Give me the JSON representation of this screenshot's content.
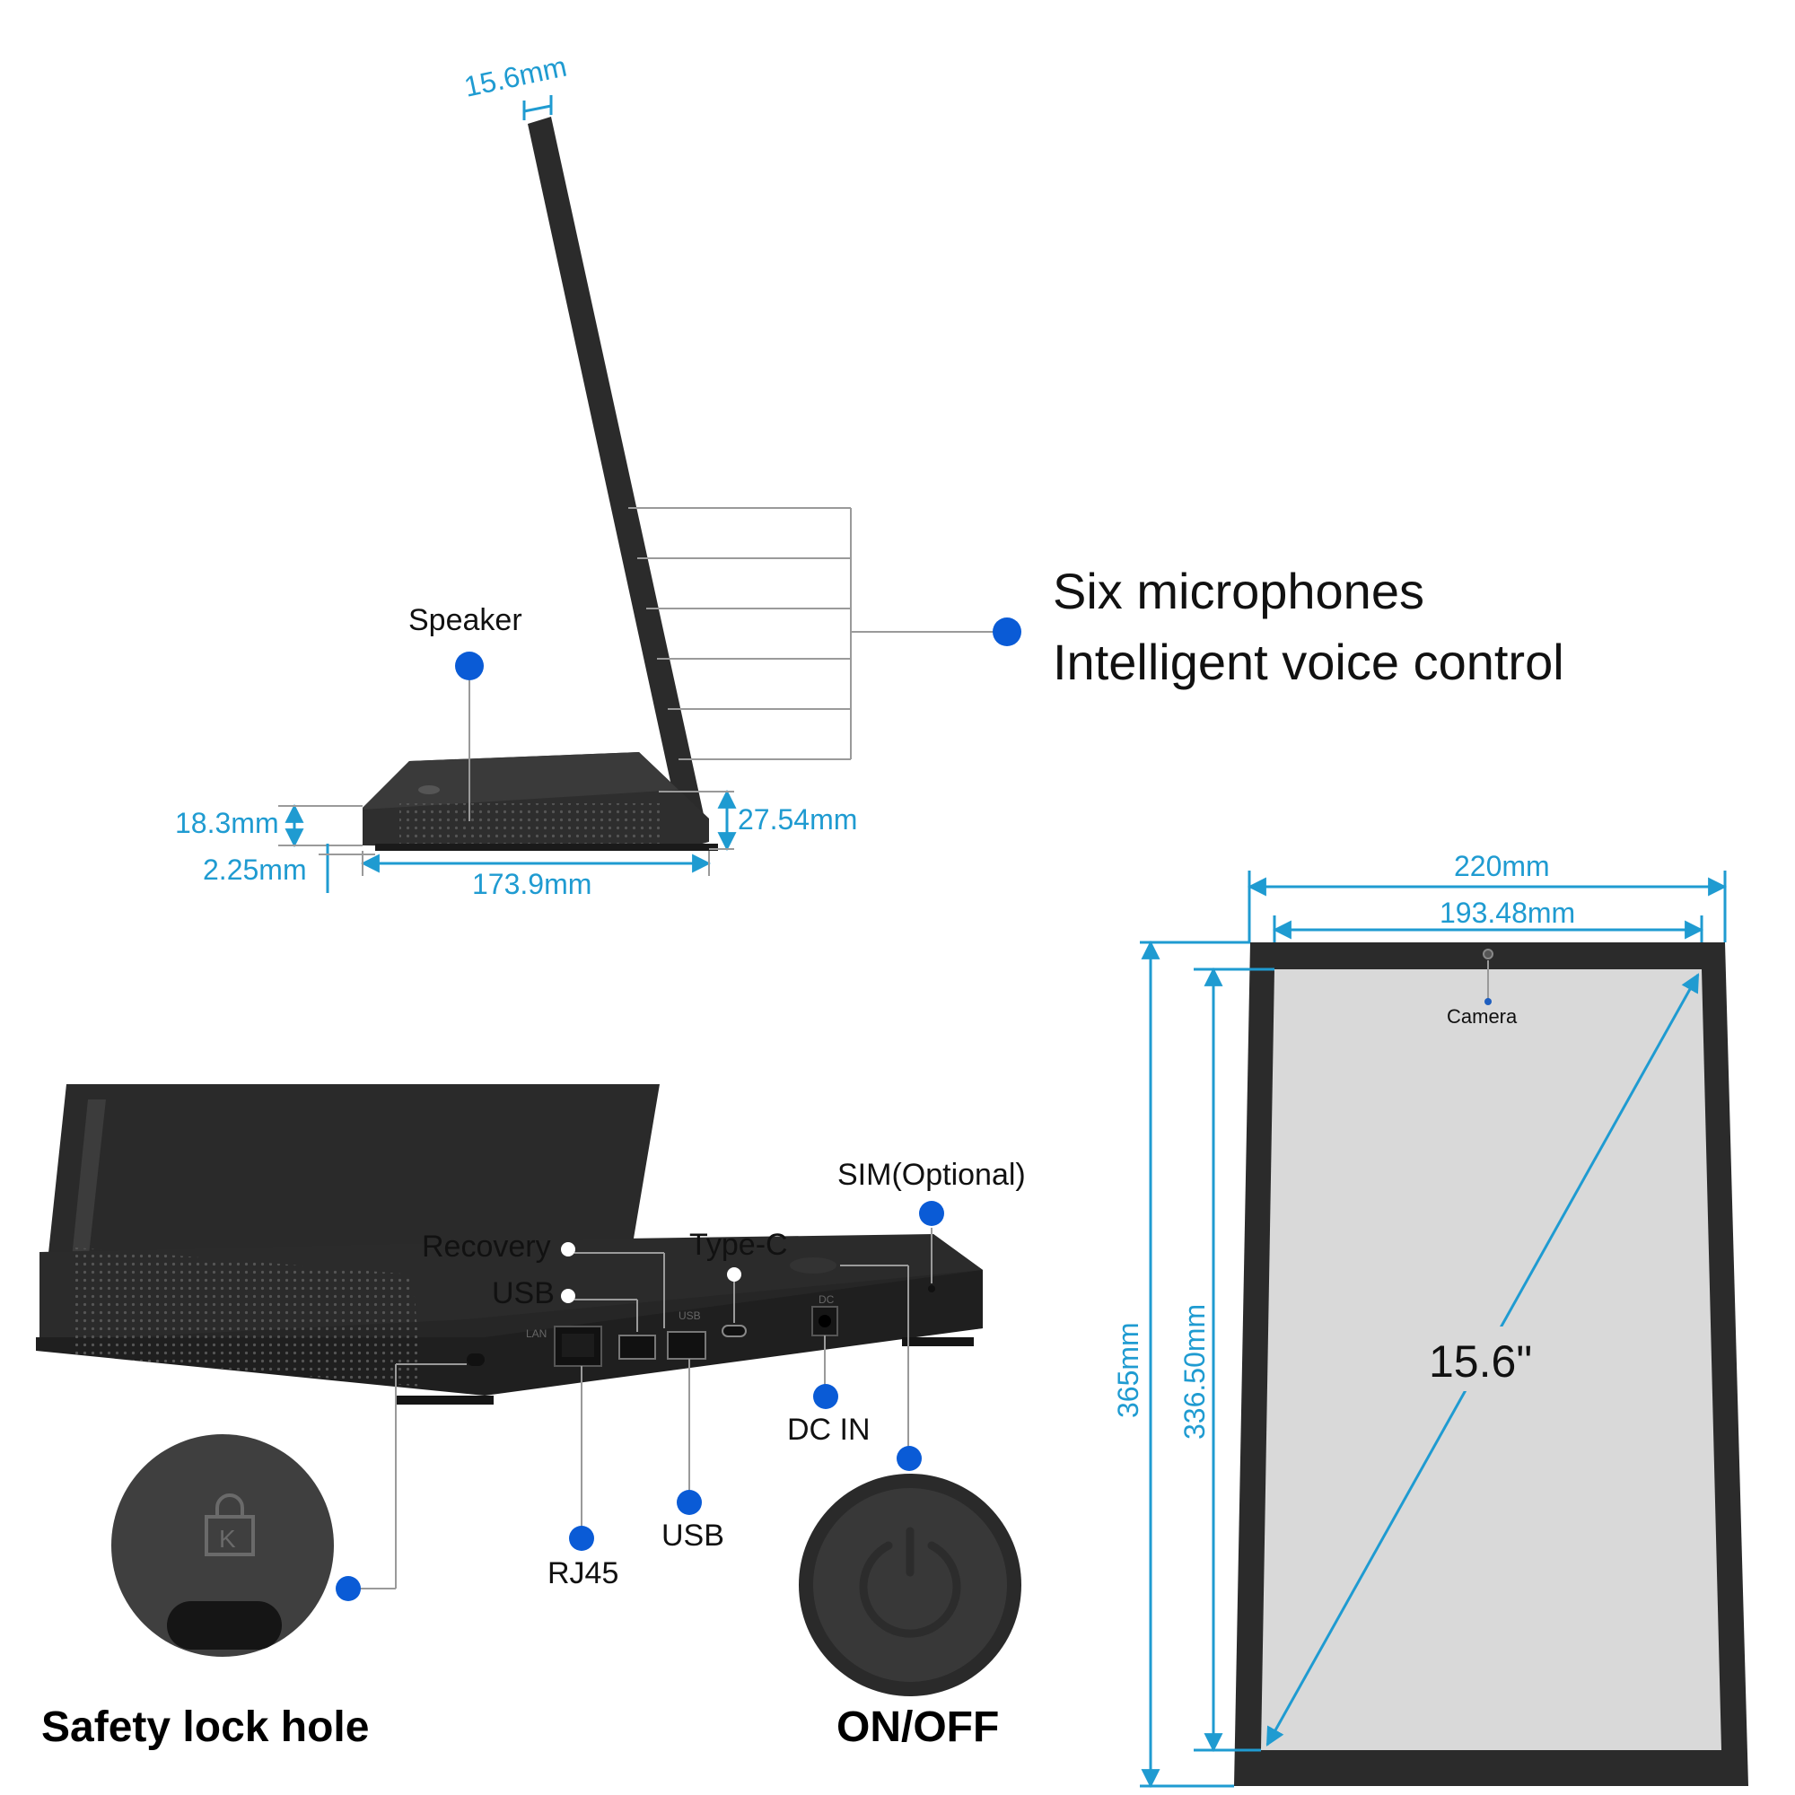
{
  "colors": {
    "dimension": "#1f9bd1",
    "marker": "#0a5bd6",
    "device": "#2b2b2b",
    "screen": "#d9d9d9"
  },
  "side_view": {
    "thickness_top": "15.6mm",
    "base_height": "18.3mm",
    "foot_height": "2.25mm",
    "rear_height": "27.54mm",
    "base_depth": "173.9mm",
    "speaker_label": "Speaker",
    "mic_line1": "Six microphones",
    "mic_line2": "Intelligent voice control"
  },
  "ports": {
    "recovery": "Recovery",
    "usb_top": "USB",
    "type_c": "Type-C",
    "sim": "SIM(Optional)",
    "dc_in": "DC IN",
    "usb_bottom": "USB",
    "rj45": "RJ45",
    "lan_print": "LAN",
    "usb_print": "USB",
    "dc_print": "DC",
    "lock_title": "Safety lock hole",
    "power_title": "ON/OFF"
  },
  "front_view": {
    "outer_width": "220mm",
    "inner_width": "193.48mm",
    "outer_height": "365mm",
    "inner_height": "336.50mm",
    "camera": "Camera",
    "diagonal": "15.6\""
  }
}
